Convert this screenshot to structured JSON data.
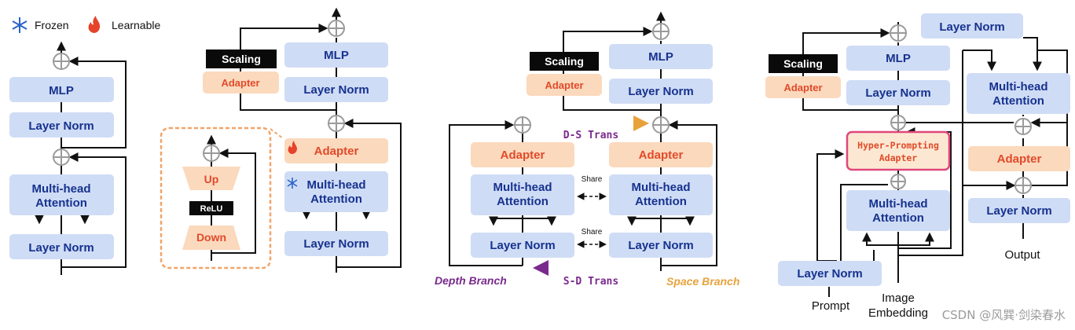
{
  "legend": {
    "frozen": "Frozen",
    "learnable": "Learnable"
  },
  "panel1": {
    "mlp": "MLP",
    "layer_norm_top": "Layer Norm",
    "mha_1": "Multi-head",
    "mha_2": "Attention",
    "layer_norm_bottom": "Layer Norm"
  },
  "panel2": {
    "scaling": "Scaling",
    "adapter_small": "Adapter",
    "mlp": "MLP",
    "layer_norm_top": "Layer Norm",
    "adapter": "Adapter",
    "mha_1": "Multi-head",
    "mha_2": "Attention",
    "layer_norm_bottom": "Layer Norm",
    "up": "Up",
    "relu": "ReLU",
    "down": "Down"
  },
  "panel3": {
    "scaling": "Scaling",
    "adapter_small": "Adapter",
    "mlp": "MLP",
    "layer_norm_top": "Layer Norm",
    "ds_trans": "D-S Trans",
    "adapter_left": "Adapter",
    "adapter_right": "Adapter",
    "share_1": "Share",
    "share_2": "Share",
    "mha_1": "Multi-head",
    "mha_2": "Attention",
    "layer_norm": "Layer Norm",
    "sd_trans": "S-D Trans",
    "depth_branch": "Depth Branch",
    "space_branch": "Space Branch"
  },
  "panel4": {
    "scaling": "Scaling",
    "adapter_small": "Adapter",
    "mlp": "MLP",
    "layer_norm_top": "Layer Norm",
    "layer_norm_upper_right": "Layer Norm",
    "mha_right_1": "Multi-head",
    "mha_right_2": "Attention",
    "adapter_right": "Adapter",
    "layer_norm_right": "Layer Norm",
    "output": "Output",
    "hpa_1": "Hyper-Prompting",
    "hpa_2": "Adapter",
    "mha_1": "Multi-head",
    "mha_2": "Attention",
    "layer_norm_bottom": "Layer Norm",
    "prompt": "Prompt",
    "image_1": "Image",
    "image_2": "Embedding"
  },
  "watermark": "CSDN @风巽·剑染春水",
  "colors": {
    "block_blue": "#cfdcf5",
    "block_orange": "#fbd9bd",
    "label_blue": "#16328f",
    "label_orange": "#e14a2a",
    "depth_purple": "#7a2a8c",
    "space_orange": "#e8a23c",
    "hpa_border": "#e0467c",
    "hpa_fill": "#fce8d2"
  }
}
